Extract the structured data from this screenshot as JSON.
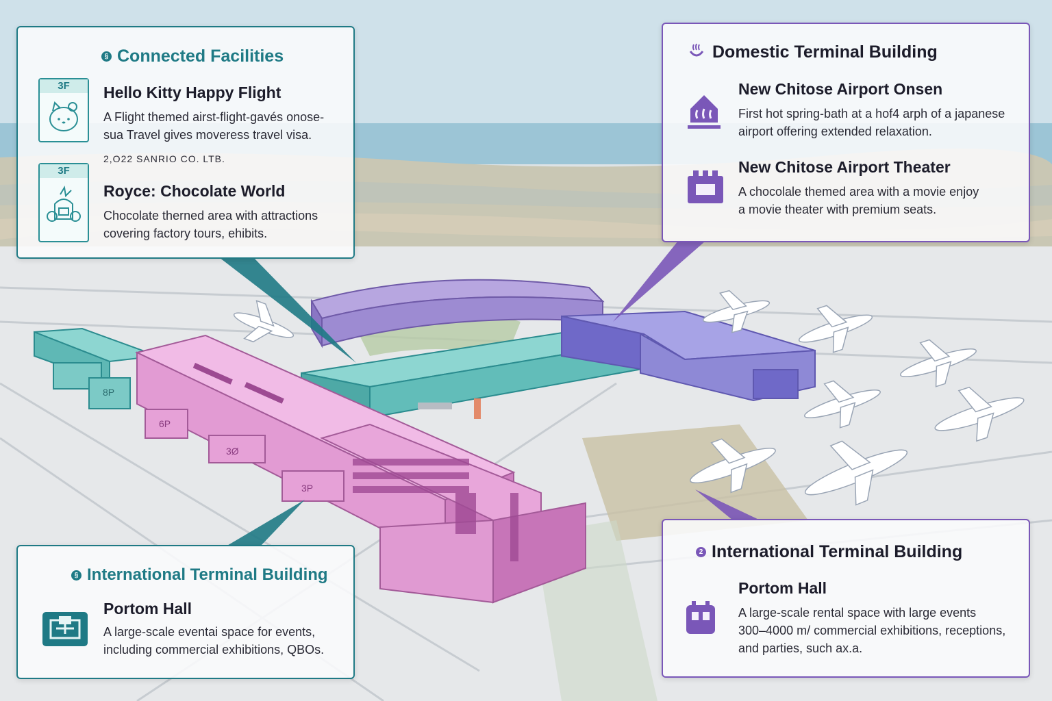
{
  "connected_facilities": {
    "heading": "Connected Facilities",
    "items": [
      {
        "floor": "3F",
        "title": "Hello Kitty Happy Flight",
        "desc_line1": "A Flight themed airst-flight-gavés onose-",
        "desc_line2": "sua Travel gives moveress travel visa.",
        "note": "2,O22 SANRIO CO. LTB.",
        "icon": "hello-kitty-icon"
      },
      {
        "floor": "3F",
        "title": "Royce: Chocolate World",
        "desc_line1": "Chocolate therned area with attractions",
        "desc_line2": "covering factory tours, ehibits.",
        "icon": "chocolate-factory-icon"
      }
    ]
  },
  "domestic_terminal": {
    "heading": "Domestic Terminal Building",
    "heading_icon": "onsen-icon",
    "items": [
      {
        "title": "New Chitose Airport Onsen",
        "desc_line1": "First hot spring-bath at a hof4 arph of a japanese",
        "desc_line2": "airport offering extended relaxation.",
        "icon": "hot-spring-icon"
      },
      {
        "title": "New Chitose Airport Theater",
        "desc_line1": "A chocolale themed area with a movie enjoy",
        "desc_line2": "a movie theater with premium seats.",
        "icon": "theater-icon"
      }
    ]
  },
  "international_left": {
    "heading": "International Terminal Building",
    "item": {
      "title": "Portom Hall",
      "desc_line1": "A large-scale eventaі space for events,",
      "desc_line2": "including commercial exhibitions, QBOs.",
      "icon": "event-hall-icon"
    }
  },
  "international_right": {
    "heading": "International Terminal Building",
    "item": {
      "title": "Portom Hall",
      "desc_line1": "A large-scale rental space with large events",
      "desc_line2": "300–4000 m/ commercial exhibitions, receptions,",
      "desc_line3": "and parties, such ax.a.",
      "icon": "rental-space-icon"
    }
  },
  "building_labels": {
    "gate_a": "8P",
    "gate_b": "6P",
    "gate_c": "3Ø",
    "gate_d": "3P"
  },
  "colors": {
    "teal": "#1f7a85",
    "purple": "#7a57b8",
    "pink_building": "#e7a8dc",
    "teal_building": "#6cc3c0",
    "purple_building": "#9a8fd6"
  }
}
